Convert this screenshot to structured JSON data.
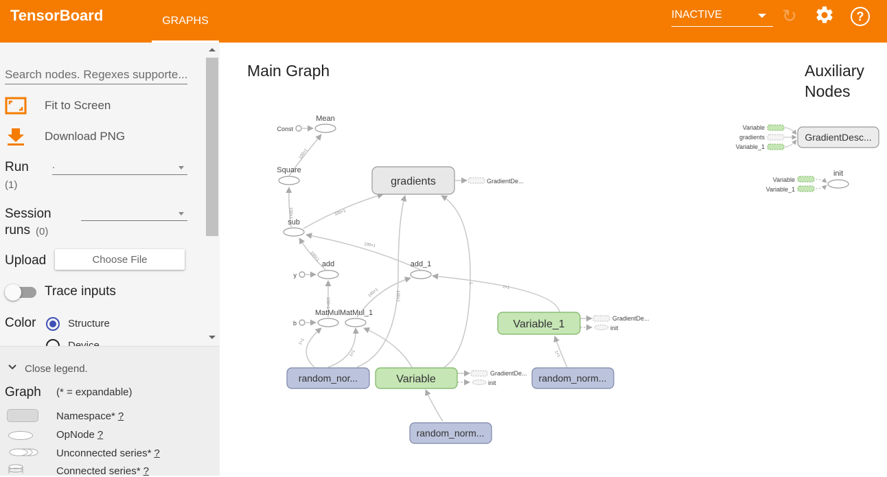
{
  "header": {
    "title": "TensorBoard",
    "tab": "GRAPHS",
    "status": "INACTIVE"
  },
  "sidebar": {
    "search_placeholder": "Search nodes. Regexes supporte...",
    "fit_label": "Fit to Screen",
    "download_label": "Download PNG",
    "run_label": "Run",
    "run_count": "(1)",
    "run_value": ".",
    "session_label_1": "Session",
    "session_label_2": "runs",
    "session_count": "(0)",
    "upload_label": "Upload",
    "choose_file": "Choose File",
    "trace_label": "Trace inputs",
    "color_label": "Color",
    "color_option_1": "Structure",
    "color_option_2": "Device"
  },
  "legend": {
    "close_label": "Close legend.",
    "graph_label": "Graph",
    "expandable_note": "(* = expandable)",
    "items": [
      {
        "label": "Namespace*",
        "help": "?"
      },
      {
        "label": "OpNode",
        "help": "?"
      },
      {
        "label": "Unconnected series*",
        "help": "?"
      },
      {
        "label": "Connected series*",
        "help": "?"
      }
    ]
  },
  "graph": {
    "main_title": "Main Graph",
    "aux_title_1": "Auxiliary",
    "aux_title_2": "Nodes",
    "nodes": {
      "mean": "Mean",
      "const": "Const",
      "square": "Square",
      "sub": "sub",
      "add": "add",
      "add_1": "add_1",
      "y": "y",
      "b": "b",
      "matmul": "MatMul",
      "matmul_1": "MatMul_1",
      "gradients": "gradients",
      "variable": "Variable",
      "variable_1": "Variable_1",
      "random_1": "random_nor...",
      "random_2": "random_norm...",
      "random_3": "random_norm...",
      "grad_ref_1": "GradientDe...",
      "grad_ref_2": "GradientDe...",
      "grad_ref_3": "GradientDe...",
      "init_ref_1": "init",
      "init_ref_2": "init"
    },
    "edge_labels": {
      "e1": "100×1",
      "e2": "100×1",
      "e3": "100×1",
      "e4": "100×1",
      "e5": "100×1",
      "e6": "100×1",
      "e7": "100×1",
      "e8": "100×1",
      "e9": "1×1",
      "e10": "1×1",
      "e11": "1×1",
      "e12": "1×1",
      "e13": "1"
    },
    "aux": {
      "variable": "Variable",
      "gradients": "gradients",
      "variable_1": "Variable_1",
      "grad_desc": "GradientDesc...",
      "init": "init",
      "init_variable": "Variable",
      "init_variable_1": "Variable_1"
    }
  },
  "colors": {
    "accent": "#f57c00",
    "namespace_fill": "#e8e8e8",
    "variable_fill": "#c6e6b5",
    "random_fill": "#bcc4dd",
    "radio": "#3f51b5"
  }
}
